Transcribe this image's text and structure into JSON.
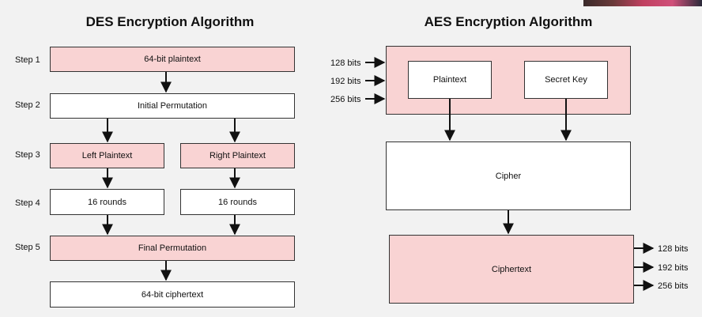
{
  "des": {
    "title": "DES Encryption Algorithm",
    "steps": [
      "Step 1",
      "Step 2",
      "Step 3",
      "Step 4",
      "Step 5"
    ],
    "plaintext": "64-bit plaintext",
    "initial_permutation": "Initial Permutation",
    "left_plaintext": "Left Plaintext",
    "right_plaintext": "Right Plaintext",
    "left_rounds": "16 rounds",
    "right_rounds": "16 rounds",
    "final_permutation": "Final Permutation",
    "ciphertext": "64-bit ciphertext"
  },
  "aes": {
    "title": "AES Encryption Algorithm",
    "input_bits": [
      "128 bits",
      "192 bits",
      "256 bits"
    ],
    "plaintext": "Plaintext",
    "secret_key": "Secret Key",
    "cipher": "Cipher",
    "ciphertext": "Ciphertext",
    "output_bits": [
      "128 bits",
      "192 bits",
      "256 bits"
    ]
  },
  "colors": {
    "highlight": "#f9d3d3",
    "box": "#ffffff",
    "stroke": "#333333"
  }
}
